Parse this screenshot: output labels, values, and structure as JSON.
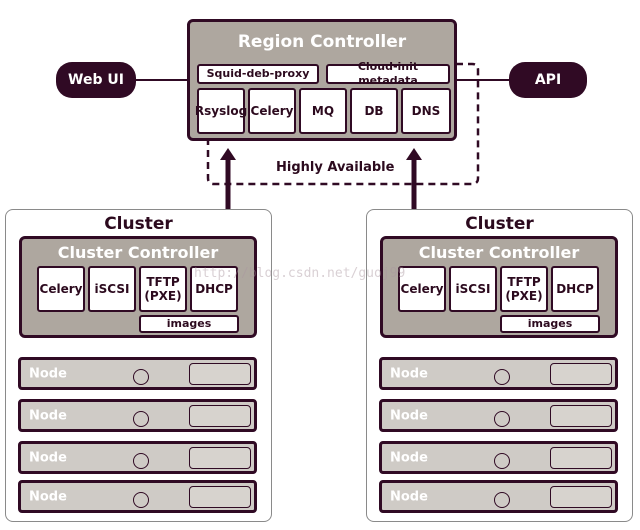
{
  "region": {
    "title": "Region Controller",
    "top_boxes": [
      "Squid-deb-proxy",
      "Cloud-init metadata"
    ],
    "services": [
      "Rsyslog",
      "Celery",
      "MQ",
      "DB",
      "DNS"
    ]
  },
  "web_ui": "Web UI",
  "api": "API",
  "ha_label": "Highly Available",
  "clusters": [
    {
      "label": "Cluster",
      "controller_title": "Cluster Controller",
      "services": [
        "Celery",
        "iSCSI",
        "TFTP\n(PXE)",
        "DHCP"
      ],
      "images": "images",
      "nodes": [
        "Node",
        "Node",
        "Node",
        "Node"
      ]
    },
    {
      "label": "Cluster",
      "controller_title": "Cluster Controller",
      "services": [
        "Celery",
        "iSCSI",
        "TFTP\n(PXE)",
        "DHCP"
      ],
      "images": "images",
      "nodes": [
        "Node",
        "Node",
        "Node",
        "Node"
      ]
    }
  ],
  "watermark": "http://blog.csdn.net/guoj99"
}
